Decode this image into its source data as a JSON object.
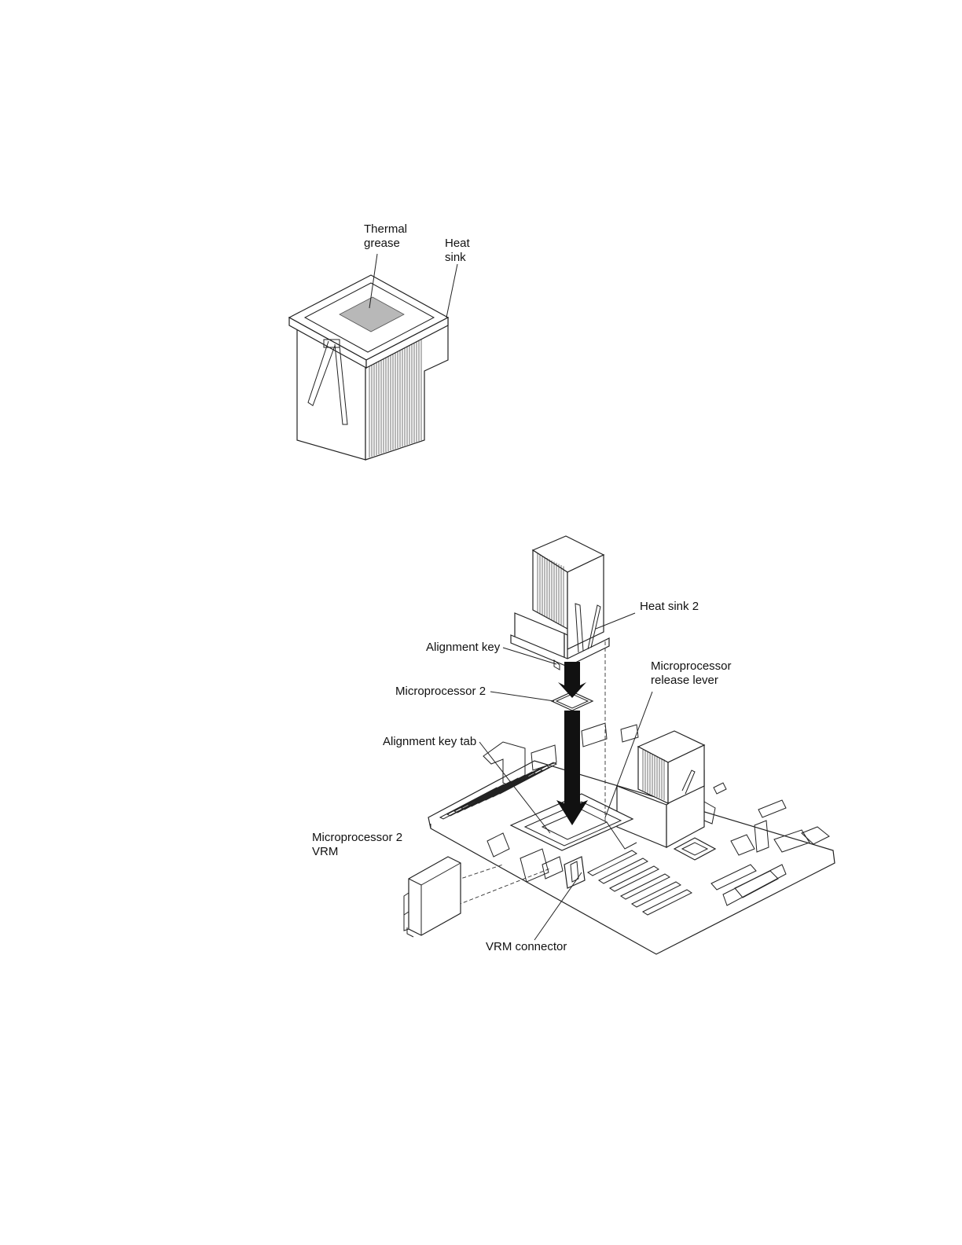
{
  "figure1": {
    "labels": {
      "thermal_grease_l1": "Thermal",
      "thermal_grease_l2": "grease",
      "heat_sink_l1": "Heat",
      "heat_sink_l2": "sink"
    },
    "grease_color": "#b8b8b8"
  },
  "figure2": {
    "labels": {
      "heat_sink_2": "Heat sink 2",
      "alignment_key": "Alignment key",
      "microprocessor_2": "Microprocessor 2",
      "release_lever_l1": "Microprocessor",
      "release_lever_l2": "release lever",
      "alignment_key_tab": "Alignment key tab",
      "vrm_l1": "Microprocessor 2",
      "vrm_l2": "VRM",
      "vrm_connector": "VRM connector"
    },
    "arrow_color": "#111111"
  }
}
